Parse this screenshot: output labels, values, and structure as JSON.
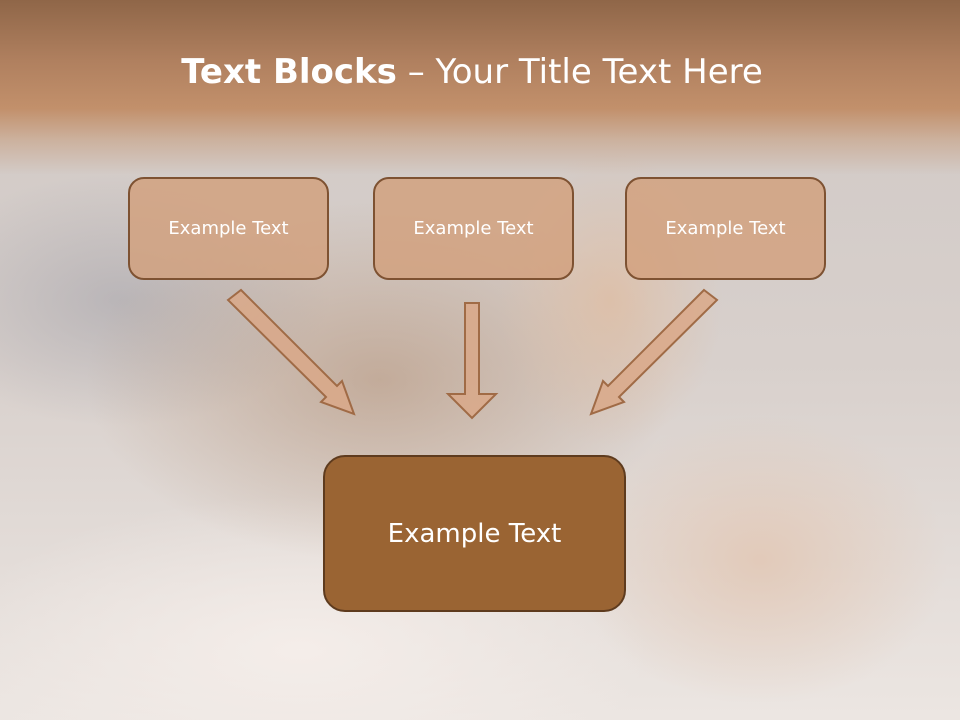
{
  "slide": {
    "title_bold": "Text Blocks",
    "title_rest": " – Your Title Text Here",
    "blocks": [
      {
        "label": "Example Text"
      },
      {
        "label": "Example Text"
      },
      {
        "label": "Example Text"
      }
    ],
    "main_block": {
      "label": "Example Text"
    }
  },
  "colors": {
    "header_band": "#b0805f",
    "block_fill": "#d2a07d",
    "block_border": "#7e5232",
    "main_block_fill": "#9a6433",
    "arrow_fill": "#d9a888"
  },
  "background": {
    "image": "woman-with-flowing-hair-photo"
  }
}
